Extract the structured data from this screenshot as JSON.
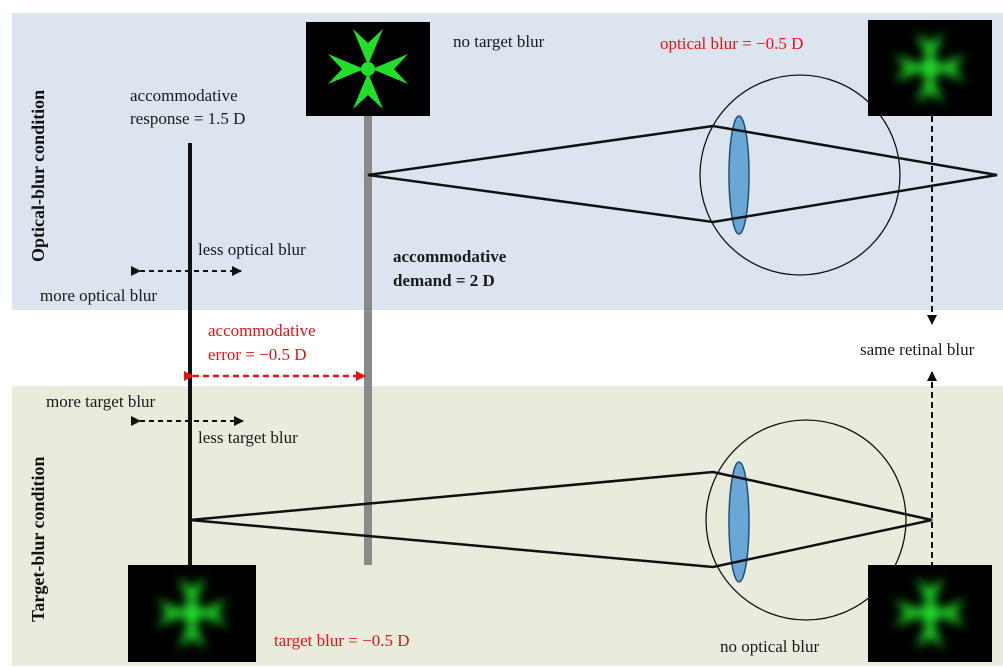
{
  "conditions": {
    "optical": "Optical-blur condition",
    "target": "Target-blur condition"
  },
  "labels": {
    "no_target_blur": "no target blur",
    "optical_blur": "optical blur = −0.5 D",
    "accommodative_response": [
      "accommodative",
      "response = 1.5 D"
    ],
    "less_optical_blur": "less optical blur",
    "more_optical_blur": "more optical blur",
    "accommodative_demand": [
      "accommodative",
      "demand = 2 D"
    ],
    "accommodative_error": [
      "accommodative",
      "error = −0.5 D"
    ],
    "same_retinal_blur": "same retinal blur",
    "more_target_blur": "more target blur",
    "less_target_blur": "less target blur",
    "target_blur": "target blur = −0.5 D",
    "no_optical_blur": "no optical blur"
  },
  "colors": {
    "optical_band": "#dbe4ef",
    "target_band": "#e9ecdc",
    "accent_red": "#e31313",
    "lens": "#6aa6d6",
    "target_green": "#22e02a"
  }
}
